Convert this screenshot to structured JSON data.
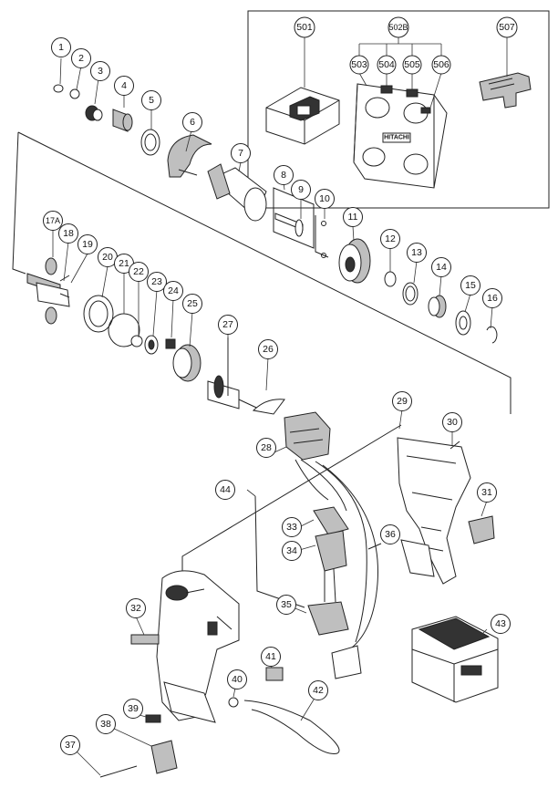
{
  "part_numbers": [
    "1",
    "2",
    "3",
    "4",
    "5",
    "6",
    "7",
    "8",
    "9",
    "10",
    "11",
    "12",
    "13",
    "14",
    "15",
    "16",
    "17A",
    "18",
    "19",
    "20",
    "21",
    "22",
    "23",
    "24",
    "25",
    "26",
    "27",
    "28",
    "29",
    "30",
    "31",
    "32",
    "33",
    "34",
    "35",
    "36",
    "37",
    "38",
    "39",
    "40",
    "41",
    "42",
    "43",
    "44"
  ],
  "kit_numbers": [
    "501",
    "502B",
    "503",
    "504",
    "505",
    "506",
    "507"
  ],
  "case_lid_text": "HITACHI"
}
